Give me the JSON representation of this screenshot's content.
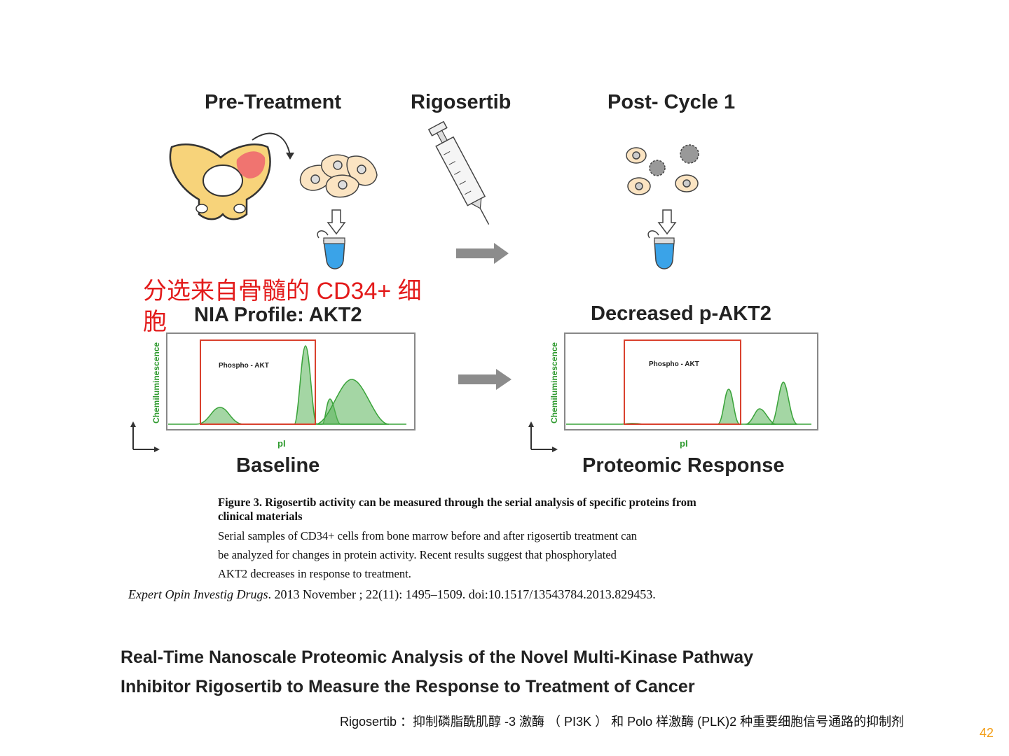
{
  "stages": {
    "pre_treatment": "Pre-Treatment",
    "drug": "Rigosertib",
    "post_cycle": "Post- Cycle 1"
  },
  "annotation": {
    "red_note": "分选来自骨髓的 CD34+ 细胞"
  },
  "left_panel": {
    "title": "NIA Profile: AKT2",
    "ylabel": "Chemiluminescence",
    "xlabel": "pI",
    "box_label": "Phospho - AKT",
    "bottom_label": "Baseline"
  },
  "right_panel": {
    "title": "Decreased p-AKT2",
    "ylabel": "Chemiluminescence",
    "xlabel": "pI",
    "box_label": "Phospho - AKT",
    "bottom_label": "Proteomic Response"
  },
  "caption": {
    "heading": "Figure 3. Rigosertib activity can be measured through the serial analysis of specific proteins from clinical materials",
    "line1": "Serial samples of CD34+ cells from bone marrow before and after rigosertib treatment can",
    "line2": "be analyzed for changes in protein activity. Recent results suggest that phosphorylated",
    "line3": "AKT2 decreases in response to treatment."
  },
  "citation": {
    "journal": "Expert Opin Investig Drugs",
    "rest": ". 2013 November ; 22(11): 1495–1509. doi:10.1517/13543784.2013.829453."
  },
  "article": {
    "title": "Real-Time Nanoscale Proteomic Analysis of the Novel Multi-Kinase Pathway Inhibitor Rigosertib to Measure the Response to Treatment of Cancer"
  },
  "footnote": "Rigosertib ：抑制磷脂酰肌醇 -3 激酶 （ PI3K ） 和 Polo 样激酶 (PLK)2 种重要细胞信号通路的抑制剂",
  "page_number": "42",
  "colors": {
    "bone": "#f7d37a",
    "bone_outline": "#333333",
    "marrow": "#f07470",
    "cell": "#fbe4c2",
    "arrow_gray": "#8c8c8c",
    "tube_blue": "#3aa3e8",
    "peak_green": "#3aa33a",
    "box_red": "#d9412e",
    "annotation_red": "#e31b1b",
    "page_number_orange": "#f39c12"
  }
}
